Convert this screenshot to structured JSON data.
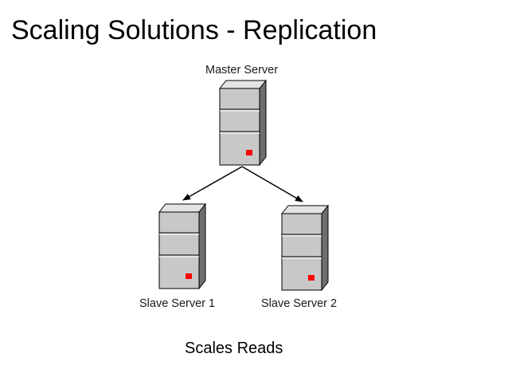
{
  "slide": {
    "title": "Scaling Solutions - Replication",
    "caption": "Scales Reads"
  },
  "diagram": {
    "master": {
      "label": "Master Server",
      "icon": "server-icon"
    },
    "slaves": [
      {
        "label": "Slave Server 1",
        "icon": "server-icon"
      },
      {
        "label": "Slave Server 2",
        "icon": "server-icon"
      }
    ],
    "colors": {
      "server_face": "#c8c8c8",
      "server_side": "#6e6e6e",
      "server_top": "#e4e4e4",
      "indicator": "#ff0000",
      "outline": "#000000"
    }
  }
}
